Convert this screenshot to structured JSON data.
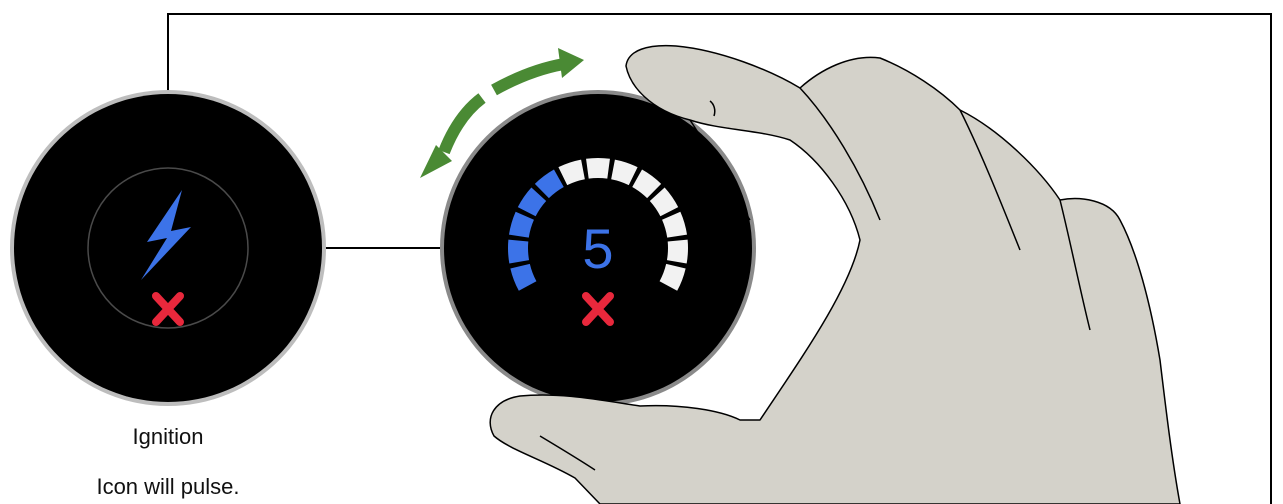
{
  "ignition_knob": {
    "icon": "lightning-bolt-icon",
    "status_icon": "red-x-icon",
    "label": "Ignition",
    "note": "Icon will pulse."
  },
  "level_knob": {
    "value": "5",
    "level": 5,
    "total_segments": 13,
    "status_icon": "red-x-icon",
    "gesture": "rotate-knob-with-fingers"
  },
  "colors": {
    "active_segment": "#3c73e8",
    "inactive_segment": "#f2f2f2",
    "bolt": "#3c73e8",
    "value_text": "#3c73e8",
    "cancel_x": "#e8283c",
    "rotate_arrow": "#4a8a34",
    "hand_fill": "#d4d2ca",
    "knob_face": "#000000",
    "knob_rim": "#8a8a8a"
  }
}
